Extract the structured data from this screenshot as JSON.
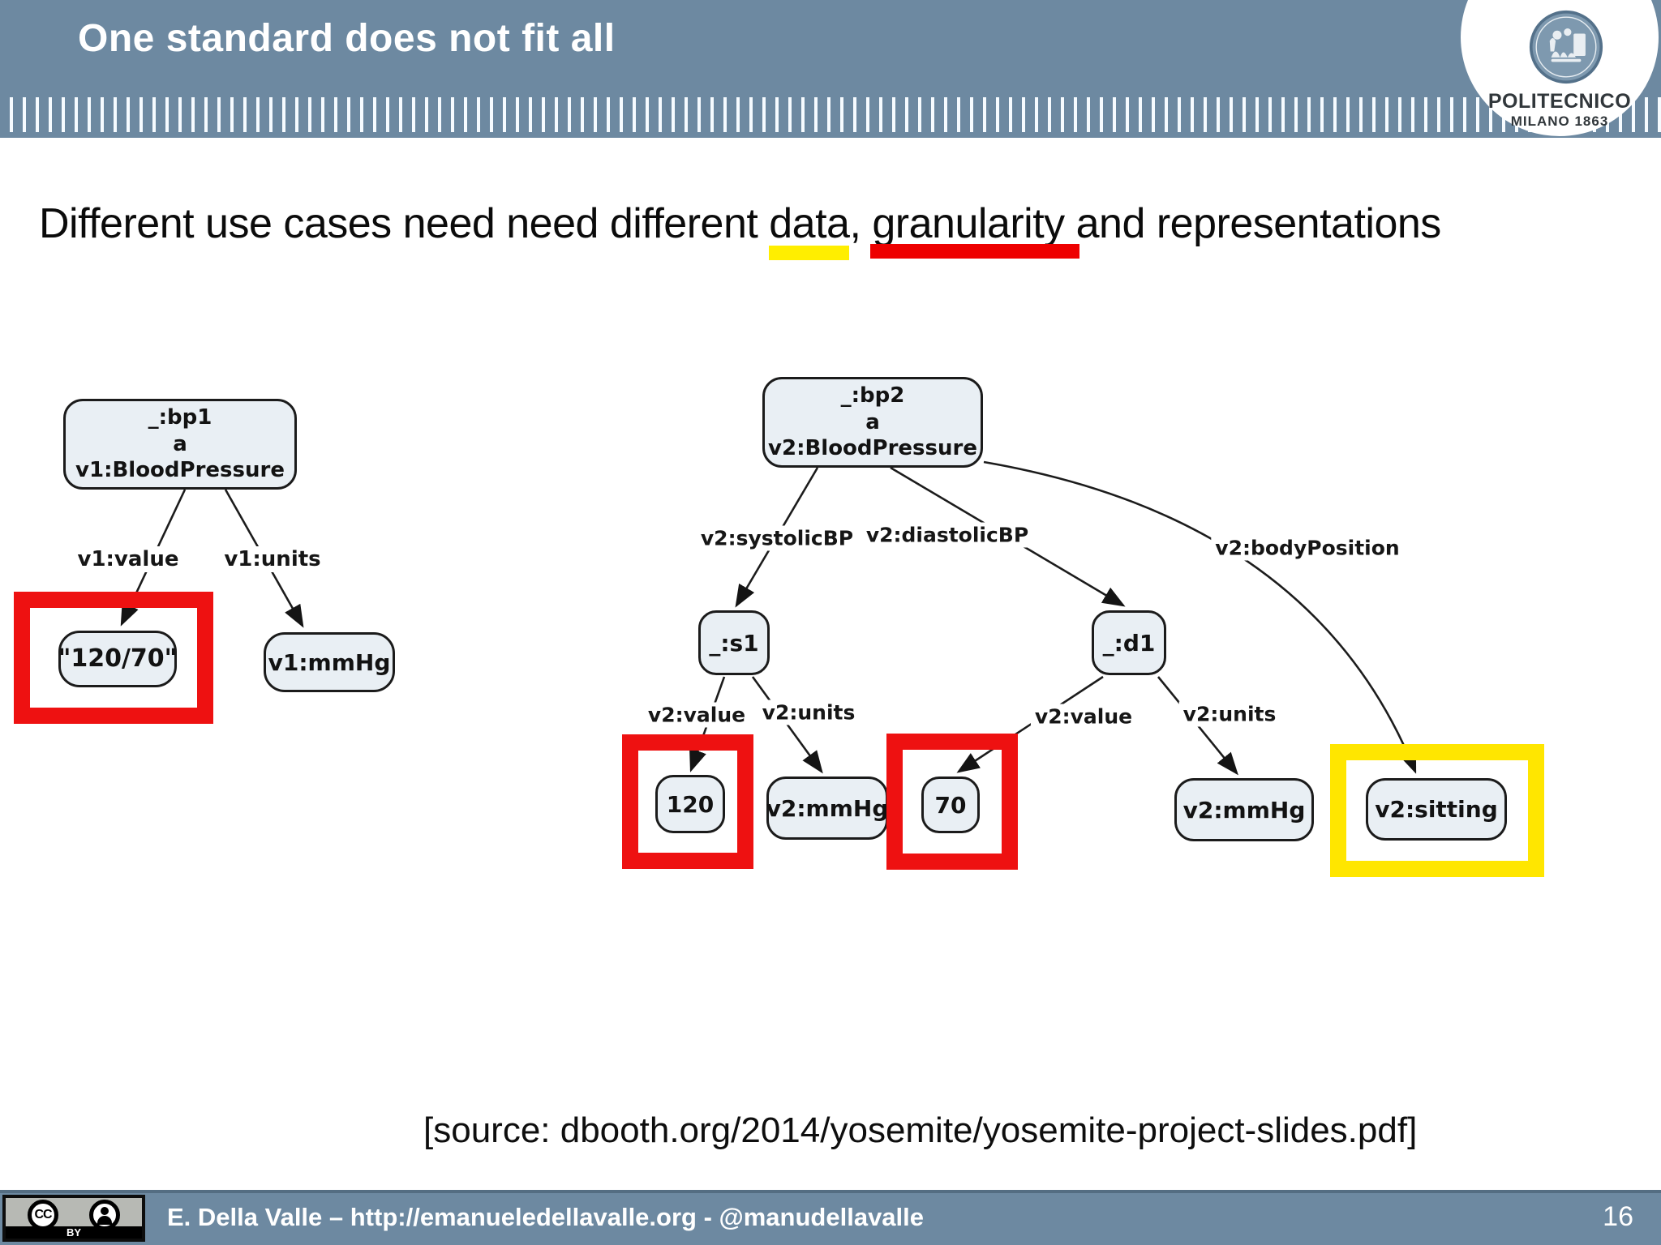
{
  "slide": {
    "title": "One standard does not fit all",
    "page_number": "16",
    "sentence": {
      "prefix": "Different use cases need need different ",
      "word_data": "data",
      "comma": ", ",
      "word_granularity": "granularity",
      "suffix": " and representations"
    },
    "source_line": "[source: dbooth.org/2014/yosemite/yosemite-project-slides.pdf]",
    "footer_text": "E. Della Valle – http://emanueledellavalle.org - @manudellavalle"
  },
  "logo": {
    "line1": "POLITECNICO",
    "line2": "MILANO 1863"
  },
  "cc_badge": {
    "cc_text": "CC",
    "by_label": "BY"
  },
  "colors": {
    "bar": "#6d89a1",
    "node_fill": "#e9eff4",
    "highlight_red": "#ee1111",
    "highlight_yellow": "#ffe600",
    "underline_yellow": "#ffee00",
    "underline_red": "#ee0000"
  },
  "diagram": {
    "graph1": {
      "root_line1": "_:bp1",
      "root_line2": "a v1:BloodPressure",
      "edge_value_label": "v1:value",
      "edge_units_label": "v1:units",
      "value_node": "\"120/70\"",
      "units_node": "v1:mmHg"
    },
    "graph2": {
      "root_line1": "_:bp2",
      "root_line2": "a v2:BloodPressure",
      "edge_systolic_label": "v2:systolicBP",
      "edge_diastolic_label": "v2:diastolicBP",
      "edge_bodyposition_label": "v2:bodyPosition",
      "systolic_node": "_:s1",
      "diastolic_node": "_:d1",
      "s1_value_label": "v2:value",
      "s1_units_label": "v2:units",
      "d1_value_label": "v2:value",
      "d1_units_label": "v2:units",
      "systolic_value_node": "120",
      "systolic_units_node": "v2:mmHg",
      "diastolic_value_node": "70",
      "diastolic_units_node": "v2:mmHg",
      "bodyposition_node": "v2:sitting"
    }
  }
}
